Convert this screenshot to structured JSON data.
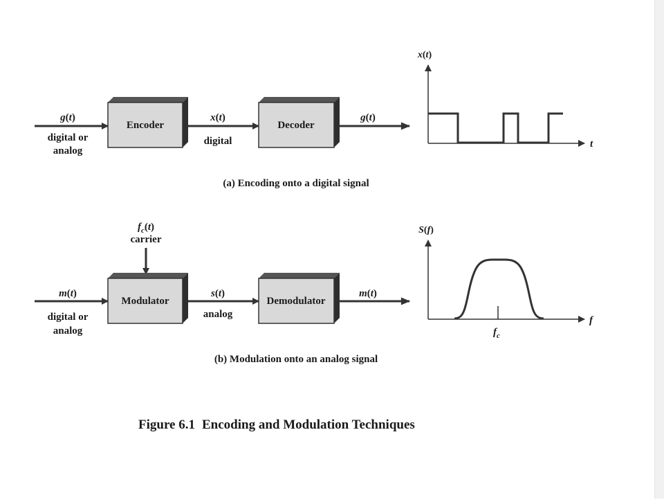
{
  "part_a": {
    "input_signal": "g",
    "input_desc": [
      "digital or",
      "analog"
    ],
    "block1": "Encoder",
    "mid_signal": "x",
    "mid_desc": "digital",
    "block2": "Decoder",
    "output_signal": "g",
    "graph_y_fn": "x",
    "graph_x_var": "t",
    "caption": "(a) Encoding onto a digital signal"
  },
  "part_b": {
    "carrier_fn": "f",
    "carrier_sub": "c",
    "carrier_word": "carrier",
    "input_signal": "m",
    "input_desc": [
      "digital or",
      "analog"
    ],
    "block1": "Modulator",
    "mid_signal": "s",
    "mid_desc": "analog",
    "block2": "Demodulator",
    "output_signal": "m",
    "graph_y_fn": "S",
    "graph_x_var": "f",
    "graph_tick_fn": "f",
    "graph_tick_sub": "c",
    "caption": "(b) Modulation onto an analog signal"
  },
  "figure_label": "Figure 6.1",
  "figure_title": "Encoding and Modulation Techniques",
  "colors": {
    "block_fill": "#d9d9d9",
    "block_side": "#3a3a3a",
    "line": "#333333"
  }
}
